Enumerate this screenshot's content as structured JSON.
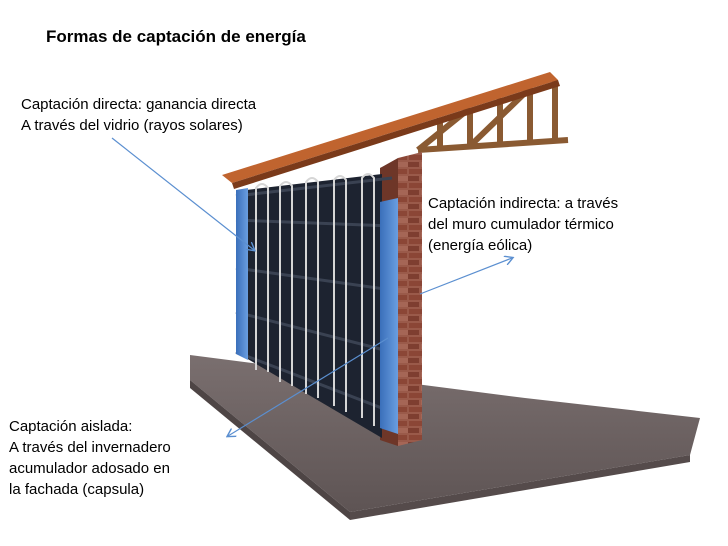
{
  "title": "Formas de captación de energía",
  "labels": {
    "directa": [
      "Captación directa: ganancia directa",
      "A través del vidrio (rayos solares)"
    ],
    "indirecta": [
      "Captación indirecta: a través",
      "del muro cumulador térmico",
      "(energía eólica)"
    ],
    "aislada": [
      "Captación aislada:",
      "A través del invernadero",
      "acumulador adosado en",
      "la fachada (capsula)"
    ]
  },
  "colors": {
    "arrow": "#5b8fd0",
    "roof": "#a0522d",
    "brick": "#8b4a3c",
    "glass": "#4a7fc8",
    "wall": "#1d2330",
    "floor": "#6b6060"
  }
}
